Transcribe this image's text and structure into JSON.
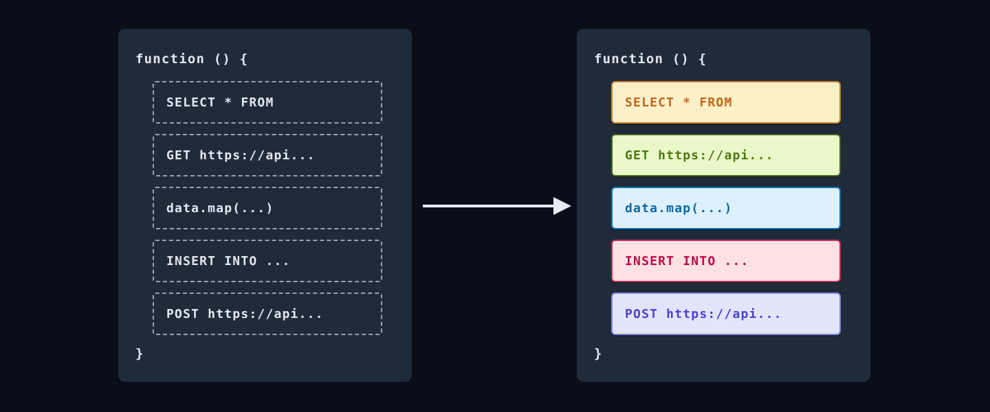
{
  "colors": {
    "page_bg": "#0a0e19",
    "panel_bg": "#202b3a",
    "panel_text": "#e2e8f0",
    "dashed_border": "#98a2b3",
    "arrow": "#e8ecf4"
  },
  "left_panel": {
    "function_open": "function () {",
    "function_close": "}",
    "blocks": [
      {
        "label": "SELECT * FROM"
      },
      {
        "label": "GET https://api..."
      },
      {
        "label": "data.map(...)"
      },
      {
        "label": "INSERT INTO ..."
      },
      {
        "label": "POST https://api..."
      }
    ]
  },
  "right_panel": {
    "function_open": "function () {",
    "function_close": "}",
    "blocks": [
      {
        "label": "SELECT * FROM",
        "bg": "#fcf0c8",
        "border": "#d0802f",
        "text": "#c2661c"
      },
      {
        "label": "GET https://api...",
        "bg": "#e9f7c9",
        "border": "#41651a",
        "text": "#4c7a12"
      },
      {
        "label": "data.map(...)",
        "bg": "#def0fc",
        "border": "#0e74b2",
        "text": "#0a68a6"
      },
      {
        "label": "INSERT INTO ...",
        "bg": "#fde1e3",
        "border": "#ca2c55",
        "text": "#bf0a4d"
      },
      {
        "label": "POST https://api...",
        "bg": "#e2e6fc",
        "border": "#8289e9",
        "text": "#4a42d6"
      }
    ]
  }
}
